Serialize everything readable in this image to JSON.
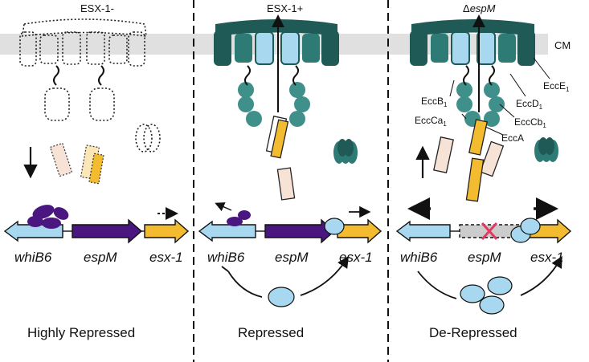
{
  "colors": {
    "membrane": "#e0e0e0",
    "teal_dark": "#1f5a57",
    "teal": "#2e7a75",
    "teal_light": "#3f8f8a",
    "blue_light": "#a8d8f0",
    "purple": "#4a1680",
    "yellow": "#f2bb30",
    "peach": "#f7e3d6",
    "red_x": "#e23a62"
  },
  "panels": [
    {
      "title": "ESX-1-",
      "genes": [
        "whiB6",
        "espM",
        "esx-1"
      ],
      "caption": "Highly Repressed"
    },
    {
      "title": "ESX-1+",
      "genes": [
        "whiB6",
        "espM",
        "esx-1"
      ],
      "caption": "Repressed"
    },
    {
      "title_prefix": "Δ",
      "title_gene": "espM",
      "genes": [
        "whiB6",
        "espM",
        "esx-1"
      ],
      "caption": "De-Repressed"
    }
  ],
  "membrane_label": "CM",
  "components": [
    {
      "name": "Ecc",
      "sub": "E",
      "idx": "1"
    },
    {
      "name": "Ecc",
      "sub": "D",
      "idx": "1"
    },
    {
      "name": "Ecc",
      "sub": "B",
      "idx": "1"
    },
    {
      "name": "Ecc",
      "sub": "Cb",
      "idx": "1"
    },
    {
      "name": "EccCa",
      "sub": "",
      "idx": "1"
    },
    {
      "name": "EccA",
      "sub": "",
      "idx": ""
    }
  ],
  "labels": {
    "ecce": "EccE",
    "eccd": "EccD",
    "eccb": "EccB",
    "ecccb": "EccCb",
    "eccca": "EccCa",
    "ecca": "EccA",
    "one": "1"
  }
}
